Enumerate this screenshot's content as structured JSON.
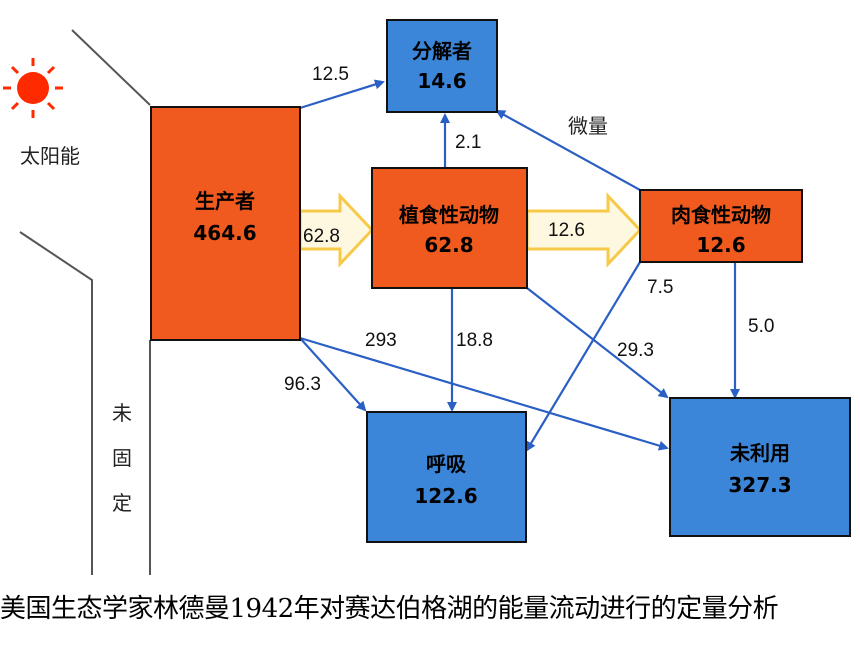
{
  "colors": {
    "orange": "#f05a1e",
    "blue": "#3b86d8",
    "arrow_blue": "#2a5fc4",
    "arrow_yellow": "#f7c948",
    "sun": "#ff2a00"
  },
  "icons": {
    "sun": "sun-icon"
  },
  "labels": {
    "sunlight": "太阳能",
    "unfixed": [
      "未",
      "固",
      "定"
    ],
    "trace": "微量"
  },
  "nodes": {
    "producer": {
      "name": "生产者",
      "value": "464.6"
    },
    "decomposer": {
      "name": "分解者",
      "value": "14.6"
    },
    "herbivore": {
      "name": "植食性动物",
      "value": "62.8"
    },
    "carnivore": {
      "name": "肉食性动物",
      "value": "12.6"
    },
    "respiration": {
      "name": "呼吸",
      "value": "122.6"
    },
    "unused": {
      "name": "未利用",
      "value": "327.3"
    }
  },
  "flows": {
    "producer_decomposer": "12.5",
    "producer_herbivore": "62.8",
    "herbivore_decomposer": "2.1",
    "herbivore_carnivore": "12.6",
    "herbivore_respiration": "18.8",
    "herbivore_unused": "29.3",
    "producer_respiration": "96.3",
    "producer_unused": "293",
    "carnivore_respiration": "7.5",
    "carnivore_unused": "5.0"
  },
  "caption": "美国生态学家林德曼1942年对赛达伯格湖的能量流动进行的定量分析"
}
